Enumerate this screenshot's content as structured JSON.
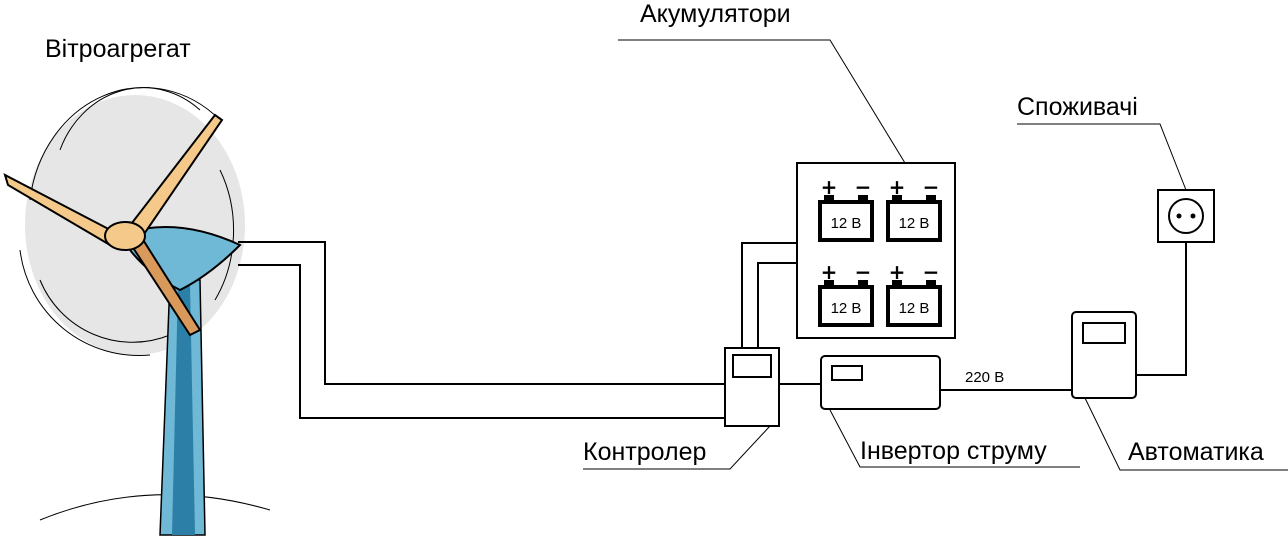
{
  "labels": {
    "wind_turbine": "Вітроагрегат",
    "batteries": "Акумулятори",
    "consumers": "Споживачі",
    "controller": "Контролер",
    "inverter": "Інвертор струму",
    "automation": "Автоматика",
    "voltage_ac": "220 В"
  },
  "battery_voltage": "12 В",
  "battery_plus": "+",
  "battery_minus": "−",
  "colors": {
    "line": "#000000",
    "turbine_blade": "#f4c98a",
    "turbine_blade_dark": "#d9995a",
    "tower": "#6fb8d6",
    "tower_dark": "#2c7fa6",
    "swirl_bg": "#e6e6e6"
  }
}
